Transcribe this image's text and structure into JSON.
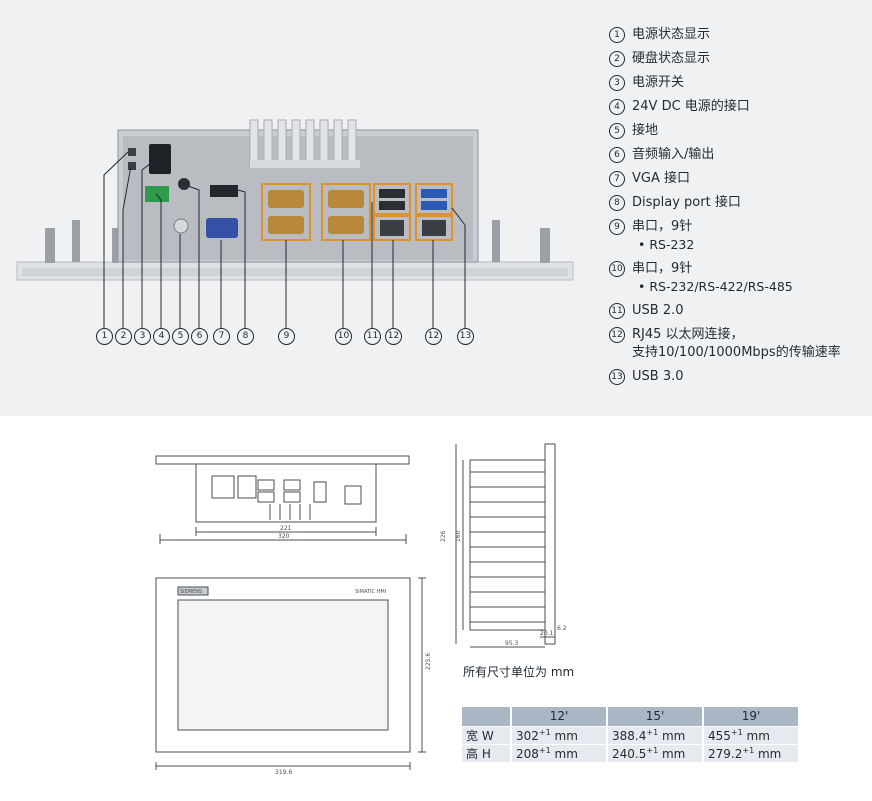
{
  "legend": [
    {
      "num": "1",
      "text": "电源状态显示"
    },
    {
      "num": "2",
      "text": "硬盘状态显示"
    },
    {
      "num": "3",
      "text": "电源开关"
    },
    {
      "num": "4",
      "text": "24V DC 电源的接口"
    },
    {
      "num": "5",
      "text": "接地"
    },
    {
      "num": "6",
      "text": "音频输入/输出"
    },
    {
      "num": "7",
      "text": "VGA 接口"
    },
    {
      "num": "8",
      "text": "Display port 接口"
    },
    {
      "num": "9",
      "text": "串口，9针",
      "sub": "• RS-232"
    },
    {
      "num": "10",
      "text": "串口，9针",
      "sub": "• RS-232/RS-422/RS-485"
    },
    {
      "num": "11",
      "text": "USB 2.0"
    },
    {
      "num": "12",
      "text": "RJ45 以太网连接，",
      "sub": "支持10/100/1000Mbps的传输速率"
    },
    {
      "num": "13",
      "text": "USB 3.0"
    }
  ],
  "callouts": [
    "1",
    "2",
    "3",
    "4",
    "5",
    "6",
    "7",
    "8",
    "9",
    "10",
    "11",
    "12",
    "13"
  ],
  "drawing": {
    "rear_width": "221",
    "rear_total": "320",
    "side_height_outer": "226",
    "side_height_inner": "160",
    "side_depth": "95.3",
    "side_bezel": "20.1",
    "side_thick": "6.2",
    "front_height": "225.6",
    "front_width": "319.6",
    "brand_left": "SIEMENS",
    "brand_right": "SIMATIC HMI"
  },
  "units_note": "所有尺寸单位为 mm",
  "table": {
    "headers": [
      "",
      "12'",
      "15'",
      "19'"
    ],
    "rows": [
      {
        "label": "宽 W",
        "v1": "302",
        "v2": "388.4",
        "v3": "455",
        "unit": "mm",
        "tol": "+1"
      },
      {
        "label": "高 H",
        "v1": "208",
        "v2": "240.5",
        "v3": "279.2",
        "unit": "mm",
        "tol": "+1"
      }
    ]
  }
}
